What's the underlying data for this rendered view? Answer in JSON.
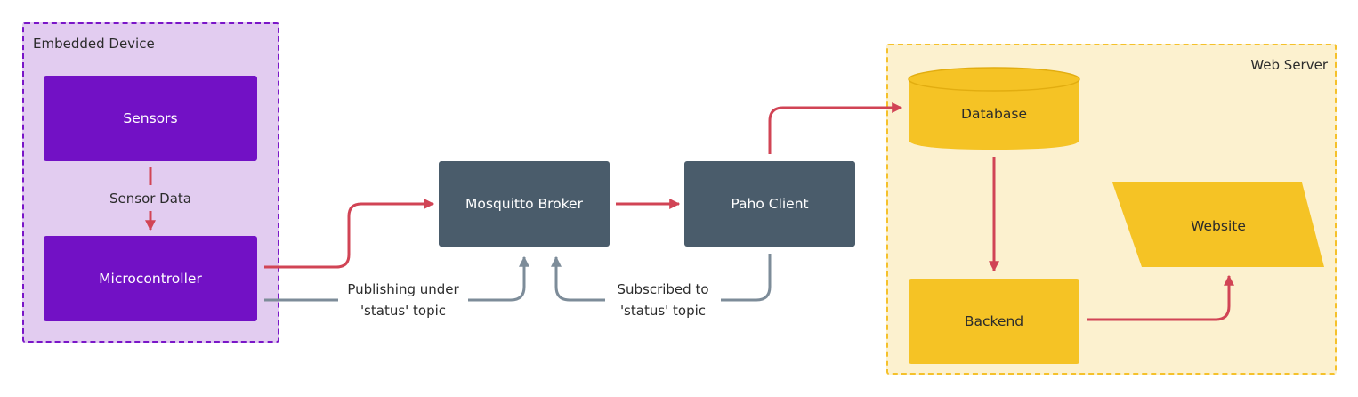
{
  "groups": {
    "embedded": {
      "label": "Embedded Device"
    },
    "web_server": {
      "label": "Web Server"
    }
  },
  "nodes": {
    "sensors": "Sensors",
    "microcontroller": "Microcontroller",
    "broker": "Mosquitto Broker",
    "paho": "Paho Client",
    "database": "Database",
    "backend": "Backend",
    "website": "Website"
  },
  "edge_labels": {
    "sensor_data": "Sensor Data",
    "publishing": [
      "Publishing under",
      "'status' topic"
    ],
    "subscribed": [
      "Subscribed to",
      "'status' topic"
    ]
  },
  "colors": {
    "embedded_fill": "#e2ccf0",
    "embedded_border": "#7a16c8",
    "device_node": "#7211c5",
    "mqtt_node": "#4a5c6b",
    "web_fill": "#fcf1cf",
    "web_border": "#f5c12b",
    "web_node": "#f5c325",
    "data_flow_arrow": "#d14455",
    "status_arrow": "#7d8c99"
  }
}
